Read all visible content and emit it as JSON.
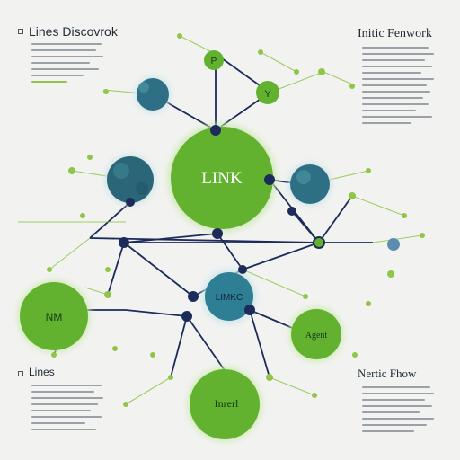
{
  "colors": {
    "background": "#f2f3f1",
    "green": "#63b22f",
    "light_green": "#8fc64a",
    "teal": "#2f6f86",
    "navy": "#1c2b5a",
    "text": "#1f2a36"
  },
  "headings": {
    "top_left": "Lines Discovrok",
    "top_right": "Initic Fenwork",
    "bottom_left": "Lines",
    "bottom_right": "Nertic Fhow"
  },
  "nodes": {
    "center": "LINK",
    "teal_mid": "LIMKC",
    "left_big": "NM",
    "right_small": "Agent",
    "bottom": "Inrerl",
    "top_small_a": "P",
    "top_small_b": "Y"
  }
}
